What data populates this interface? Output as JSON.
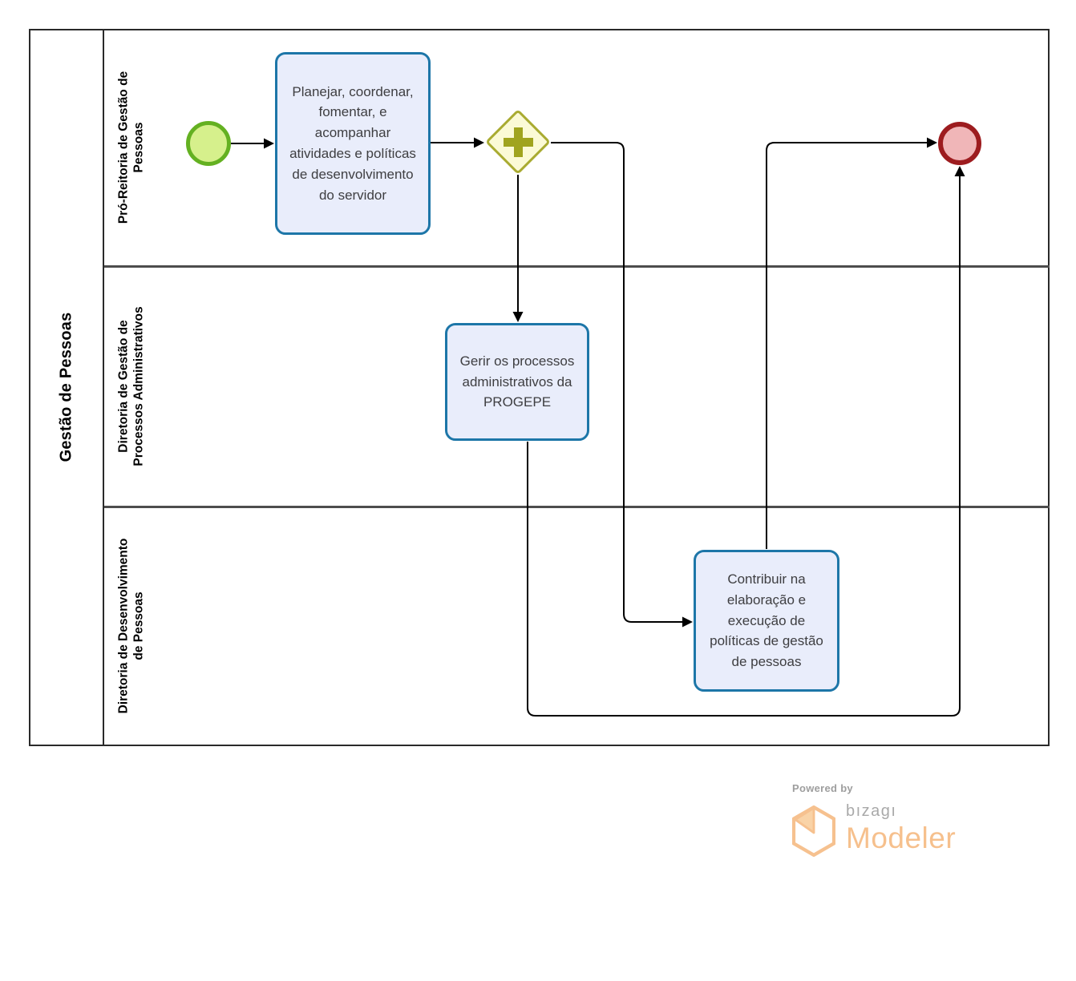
{
  "pool": {
    "label": "Gestão de Pessoas"
  },
  "lanes": [
    {
      "label": "Pró-Reitoria de Gestão de\nPessoas"
    },
    {
      "label": "Diretoria de Gestão de\nProcessos Administrativos"
    },
    {
      "label": "Diretoria de Desenvolvimento\nde Pessoas"
    }
  ],
  "tasks": [
    {
      "label": "Planejar, coordenar, fomentar, e acompanhar atividades e políticas de desenvolvimento do servidor"
    },
    {
      "label": "Gerir os processos administrativos da PROGEPE"
    },
    {
      "label": "Contribuir na elaboração e execução de políticas de gestão de pessoas"
    }
  ],
  "events": {
    "start": {
      "type": "start-event"
    },
    "end": {
      "type": "end-event"
    }
  },
  "gateway": {
    "type": "parallel-gateway",
    "symbol": "plus"
  },
  "footer": {
    "powered_by": "Powered by",
    "brand": "bızagı",
    "product": "Modeler"
  },
  "colors": {
    "task_fill": "#e9edfb",
    "task_border": "#1d76a8",
    "start_fill": "#d6f08c",
    "start_border": "#64b121",
    "end_fill": "#f0b6b8",
    "end_border": "#9d1c1f",
    "gateway_fill": "#fbfad6",
    "gateway_border": "#a9ab31",
    "gateway_plus": "#a0a41f",
    "pool_border": "#2a2a2a",
    "lane_divider": "#4d4d4d",
    "flow_line": "#000000",
    "logo_orange": "#f6c08d",
    "logo_gray": "#9e9e9e"
  }
}
